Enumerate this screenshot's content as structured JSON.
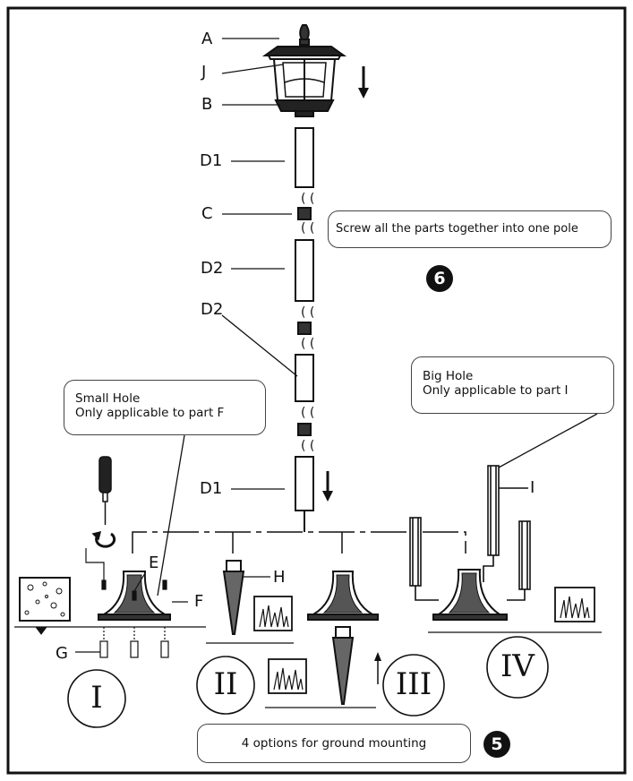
{
  "parts": {
    "a": "A",
    "j": "J",
    "b": "B",
    "d1_top": "D1",
    "c": "C",
    "d2_mid": "D2",
    "d2_lower": "D2",
    "d1_bottom": "D1",
    "e": "E",
    "f": "F",
    "g": "G",
    "h": "H",
    "i": "I"
  },
  "callouts": {
    "screw": "Screw all the parts together into one pole",
    "small_hole_title": "Small Hole",
    "small_hole_note": "Only applicable to part F",
    "big_hole_title": "Big Hole",
    "big_hole_note": "Only applicable to part I",
    "options": "4 options for ground mounting"
  },
  "options": {
    "one": "I",
    "two": "II",
    "three": "III",
    "four": "IV"
  },
  "steps": {
    "pole_step": "6",
    "mount_step": "5"
  }
}
